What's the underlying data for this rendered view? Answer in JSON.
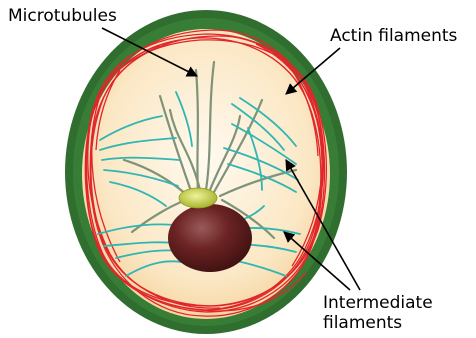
{
  "labels": {
    "microtubules": "Microtubules",
    "actin_filaments": "Actin filaments",
    "intermediate_filaments_line1": "Intermediate",
    "intermediate_filaments_line2": "filaments"
  },
  "colors": {
    "cell_wall": "#2f6e2f",
    "cytoplasm_center": "#fff8ea",
    "cytoplasm_edge": "#f6d9a6",
    "actin": "#e0262b",
    "microtubule": "#7c8f76",
    "intermediate": "#2fb6b3",
    "nucleus": "#5a1e1e",
    "centrosome": "#c8d34a",
    "arrow": "#000000"
  }
}
